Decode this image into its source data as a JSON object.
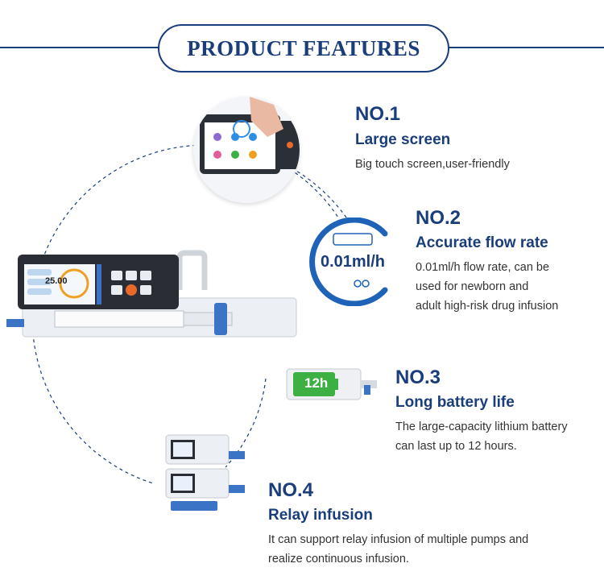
{
  "header": {
    "title": "PRODUCT FEATURES"
  },
  "features": [
    {
      "num": "NO.1",
      "title": "Large screen",
      "desc_lines": [
        "Big touch screen,user-friendly"
      ]
    },
    {
      "num": "NO.2",
      "title": "Accurate flow rate",
      "desc_lines": [
        "0.01ml/h flow rate, can be",
        "used for newborn and",
        "adult high-risk drug infusion"
      ]
    },
    {
      "num": "NO.3",
      "title": "Long battery life",
      "desc_lines": [
        "The large-capacity lithium battery",
        "can last up to 12 hours."
      ]
    },
    {
      "num": "NO.4",
      "title": "Relay infusion",
      "desc_lines": [
        "It can support relay infusion of multiple pumps and",
        "realize continuous infusion."
      ]
    }
  ],
  "flow_badge": {
    "value": "0.01ml/h"
  },
  "battery_badge": {
    "value": "12h"
  },
  "pump_screen": {
    "reading": "25.00"
  },
  "colors": {
    "brand_navy": "#1a3d7c",
    "accent_blue": "#1e63b8",
    "battery_green": "#3cb043"
  }
}
